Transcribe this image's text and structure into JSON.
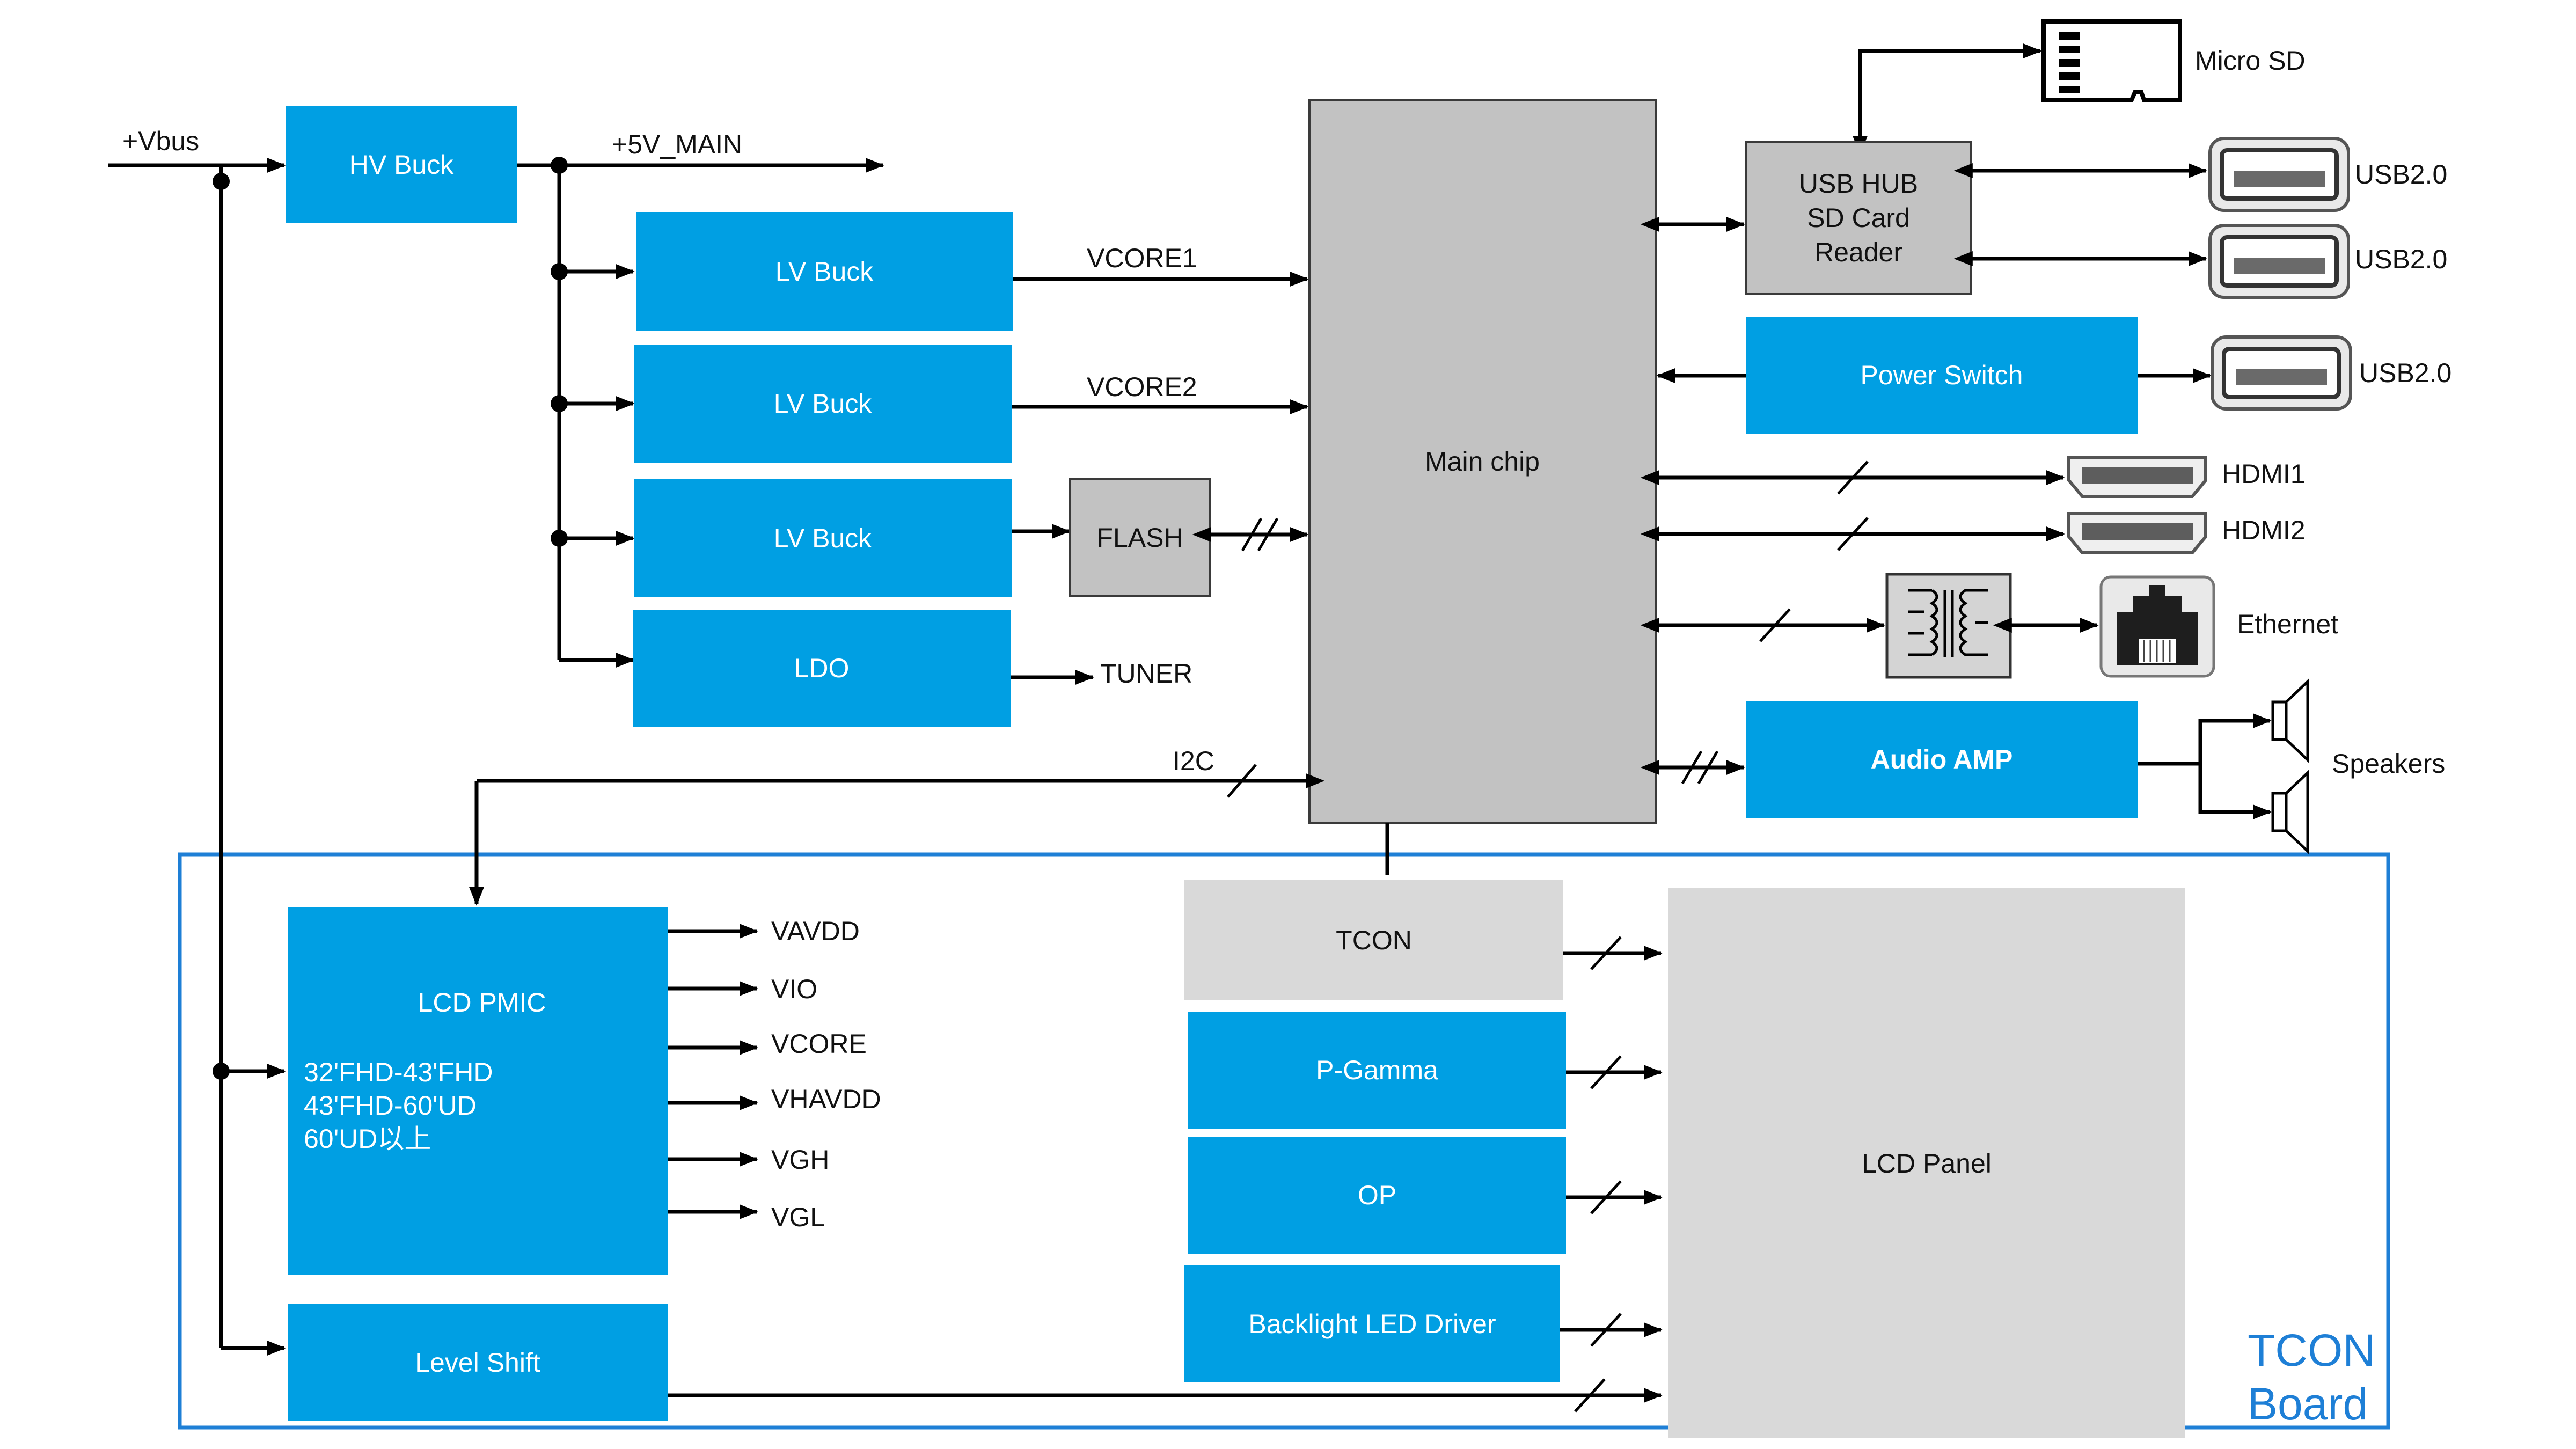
{
  "blocks": {
    "hv_buck": "HV Buck",
    "lv_buck_1": "LV Buck",
    "lv_buck_2": "LV Buck",
    "lv_buck_3": "LV Buck",
    "ldo": "LDO",
    "flash": "FLASH",
    "main_chip": "Main chip",
    "usb_hub": [
      "USB HUB",
      "SD Card",
      "Reader"
    ],
    "power_switch": "Power Switch",
    "audio_amp": "Audio AMP",
    "lcd_pmic": "LCD PMIC",
    "lcd_pmic_notes": [
      "32'FHD-43'FHD",
      "43'FHD-60'UD",
      "60'UD以上"
    ],
    "level_shift": "Level Shift",
    "tcon": "TCON",
    "p_gamma": "P-Gamma",
    "op": "OP",
    "backlight": "Backlight LED Driver",
    "lcd_panel": "LCD Panel"
  },
  "signals": {
    "vbus": "+Vbus",
    "v5_main": "+5V_MAIN",
    "vcore1": "VCORE1",
    "vcore2": "VCORE2",
    "tuner": "TUNER",
    "i2c": "I2C",
    "pmic_outputs": [
      "VAVDD",
      "VIO",
      "VCORE",
      "VHAVDD",
      "VGH",
      "VGL"
    ]
  },
  "peripherals": {
    "micro_sd": "Micro SD",
    "usb_1": "USB2.0",
    "usb_2": "USB2.0",
    "usb_3": "USB2.0",
    "hdmi1": "HDMI1",
    "hdmi2": "HDMI2",
    "ethernet": "Ethernet",
    "speakers": "Speakers"
  },
  "tcon_board": [
    "TCON",
    "Board"
  ],
  "colors": {
    "block_blue": "#009fe3",
    "chip_gray": "#c2c2c2",
    "tcon_gray": "#d9d9d9",
    "board_outline": "#1e7fd6"
  }
}
